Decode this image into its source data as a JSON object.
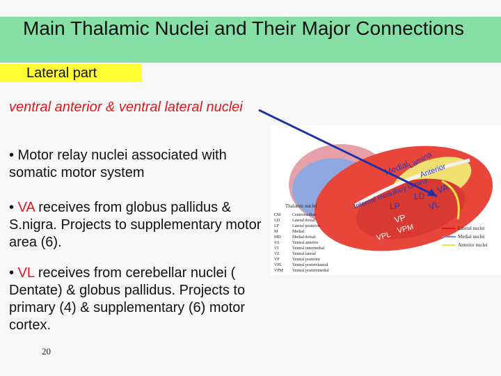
{
  "title": "Main Thalamic Nuclei and Their Major Connections",
  "section_label": "Lateral part",
  "subtitle": "ventral anterior & ventral lateral nuclei",
  "bullets": [
    {
      "prefix": "• Motor relay nuclei associated with somatic motor system",
      "highlight": "",
      "rest": ""
    },
    {
      "prefix": "• ",
      "highlight": "VA",
      "rest": " receives from globus pallidus & S.nigra. Projects  to supplementary motor area (6)."
    },
    {
      "prefix": "• ",
      "highlight": "VL",
      "rest": " receives from cerebellar nuclei ( Dentate) & globus pallidus. Projects to primary (4) & supplementary (6) motor cortex."
    }
  ],
  "page_number": "20",
  "figure": {
    "nucleus_labels": [
      "Medial",
      "Lamina",
      "Anterior",
      "Internal medullary lamina",
      "LD",
      "VA",
      "LP",
      "VL",
      "VP",
      "VPM",
      "VPL"
    ],
    "legend": [
      "Lateral nuclei",
      "Medial nuclei",
      "Anterior nuclei"
    ],
    "legend_colors": [
      "#e8141b",
      "#6a8fd8",
      "#f0e040"
    ],
    "abbreviation_heading": "Thalamic nuclei",
    "abbreviations": [
      {
        "abbr": "CM",
        "name": "Centromedian"
      },
      {
        "abbr": "LD",
        "name": "Lateral dorsal"
      },
      {
        "abbr": "LP",
        "name": "Lateral posterior"
      },
      {
        "abbr": "M",
        "name": "Medial"
      },
      {
        "abbr": "MD",
        "name": "Medial dorsal"
      },
      {
        "abbr": "VA",
        "name": "Ventral anterior"
      },
      {
        "abbr": "VI",
        "name": "Ventral intermedial"
      },
      {
        "abbr": "VL",
        "name": "Ventral lateral"
      },
      {
        "abbr": "VP",
        "name": "Ventral posterior"
      },
      {
        "abbr": "VPL",
        "name": "Ventral posterolateral"
      },
      {
        "abbr": "VPM",
        "name": "Ventral posteromedial"
      }
    ]
  },
  "colors": {
    "title_band": "#86e0a6",
    "label_band": "#ffff33",
    "accent_red": "#e8141b",
    "arrow": "#1f2fa8"
  }
}
